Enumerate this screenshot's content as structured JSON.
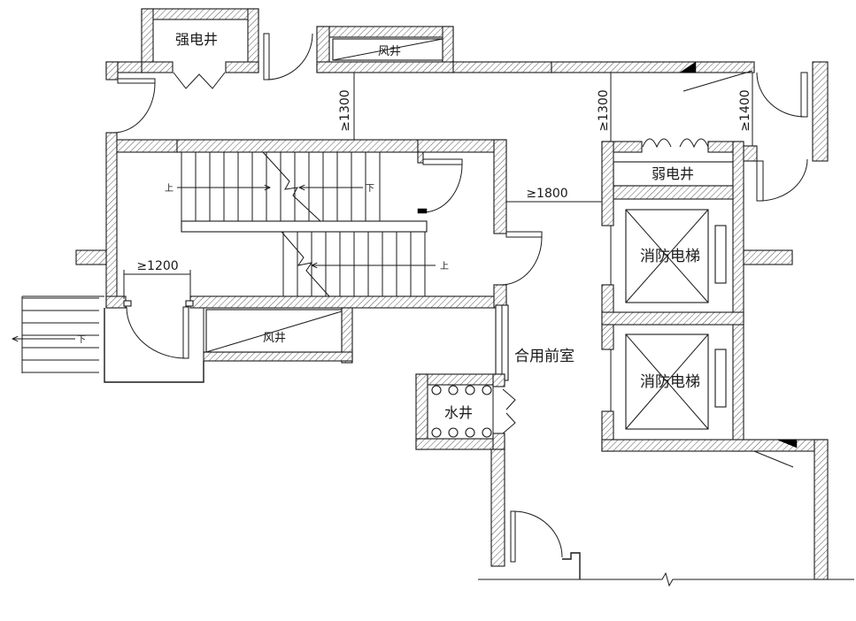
{
  "rooms": {
    "strong_electric_shaft": "强电井",
    "air_shaft_top": "风井",
    "weak_electric_shaft": "弱电井",
    "air_shaft_bottom": "风井",
    "fire_elevator_1": "消防电梯",
    "fire_elevator_2": "消防电梯",
    "shared_antechamber": "合用前室",
    "water_shaft": "水井"
  },
  "dimensions": {
    "clearance_top_left": "≥1300",
    "clearance_top_right": "≥1300",
    "clearance_right": "≥1400",
    "clearance_antechamber": "≥1800",
    "clearance_door": "≥1200"
  },
  "stair_labels": {
    "upper_flight_up": "上",
    "upper_flight_down": "下",
    "lower_flight_up": "上",
    "exterior_stair_down": "下"
  },
  "colors": {
    "line": "#1a1a1a",
    "background": "#ffffff",
    "solid_fill": "#000000"
  }
}
